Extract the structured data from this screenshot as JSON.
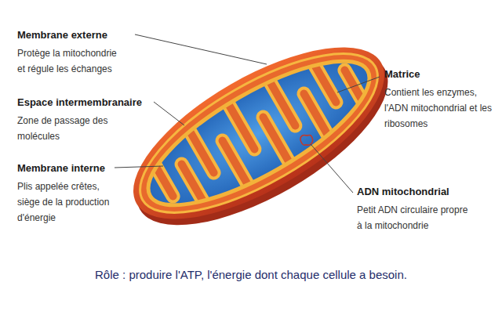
{
  "diagram": {
    "caption": "Rôle : produire l'ATP, l'énergie dont chaque cellule a besoin.",
    "labels": [
      "Membrane externe",
      "Protège la mitochondrie et régule les échanges",
      "Espace intermembranaire",
      "Zone de passage des molécules",
      "Membrane interne",
      "Plis appelée crêtes, siège de la production d'énergie",
      "Matrice",
      "Contient les enzymes, l'ADN mitochondrial et les ribosomes",
      "ADN mitochondrial",
      "Petit ADN circulaire propre à la mitochondrie"
    ]
  }
}
